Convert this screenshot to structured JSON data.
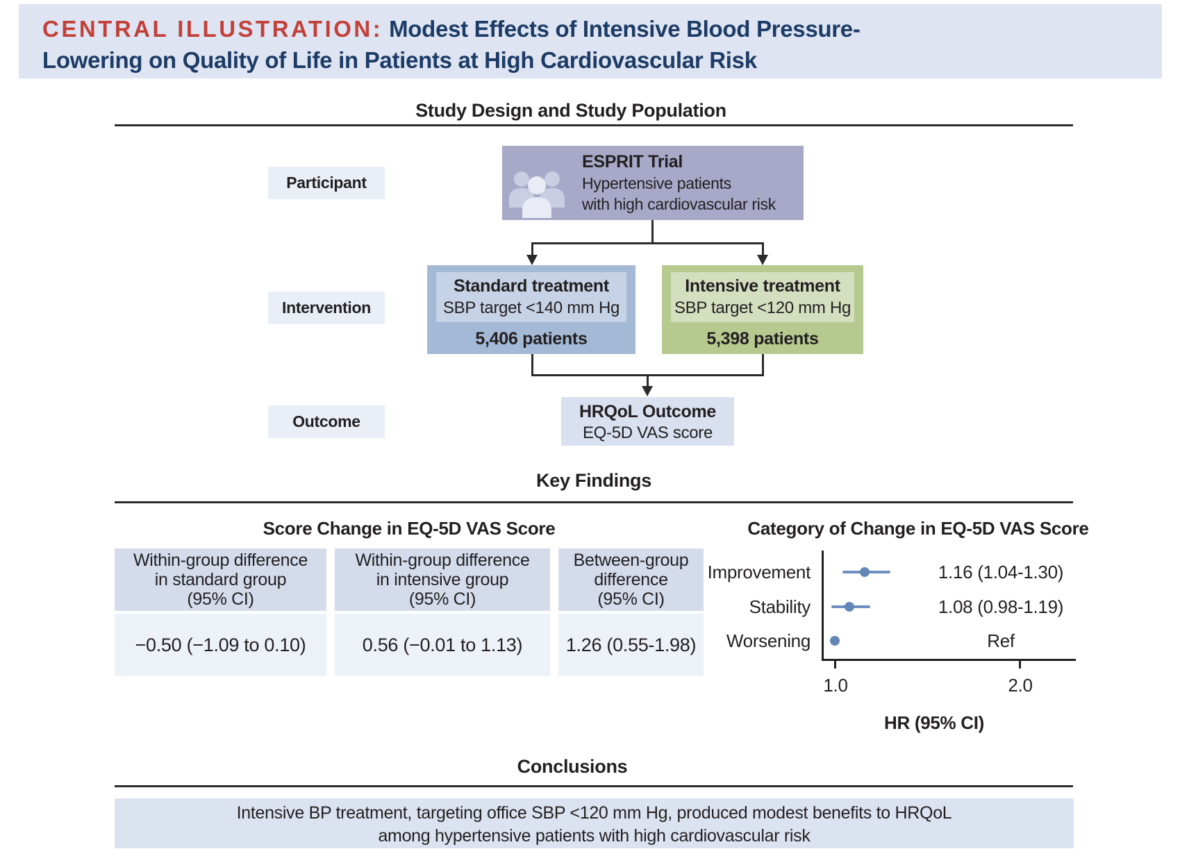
{
  "header": {
    "label": "CENTRAL ILLUSTRATION:",
    "title_line1": " Modest Effects of Intensive Blood Pressure-",
    "title_line2": "Lowering on Quality of Life in Patients at High Cardiovascular Risk"
  },
  "sections": {
    "study_design_title": "Study Design and Study Population",
    "key_findings_title": "Key Findings",
    "conclusions_title": "Conclusions"
  },
  "flow": {
    "row_labels": [
      {
        "label": "Participant"
      },
      {
        "label": "Intervention"
      },
      {
        "label": "Outcome"
      }
    ],
    "esprit": {
      "title": "ESPRIT Trial",
      "line1": "Hypertensive patients",
      "line2": "with high cardiovascular risk",
      "icon": "people-group-icon"
    },
    "standard": {
      "title": "Standard treatment",
      "subtitle": "SBP target <140 mm Hg",
      "patients": "5,406 patients"
    },
    "intensive": {
      "title": "Intensive treatment",
      "subtitle": "SBP target <120 mm Hg",
      "patients": "5,398 patients"
    },
    "outcome_box": {
      "title": "HRQoL Outcome",
      "subtitle": "EQ-5D VAS score"
    }
  },
  "score_table": {
    "title": "Score Change in EQ-5D VAS Score",
    "columns": [
      {
        "header_lines": [
          "Within-group difference",
          "in standard group",
          "(95% CI)"
        ],
        "value": "−0.50 (−1.09 to 0.10)"
      },
      {
        "header_lines": [
          "Within-group difference",
          "in intensive group",
          "(95% CI)"
        ],
        "value": "0.56 (−0.01 to 1.13)"
      },
      {
        "header_lines": [
          "Between-group",
          "difference",
          "(95% CI)"
        ],
        "value": "1.26 (0.55-1.98)"
      }
    ]
  },
  "forest_plot": {
    "title": "Category of Change in EQ-5D VAS Score",
    "xlabel": "HR (95% CI)",
    "tick_labels": [
      "1.0",
      "2.0"
    ],
    "rows": [
      {
        "category": "Improvement",
        "hr": 1.16,
        "ci_low": 1.04,
        "ci_high": 1.3,
        "label": "1.16 (1.04-1.30)"
      },
      {
        "category": "Stability",
        "hr": 1.08,
        "ci_low": 0.98,
        "ci_high": 1.19,
        "label": "1.08 (0.98-1.19)"
      },
      {
        "category": "Worsening",
        "hr": 1.0,
        "ci_low": null,
        "ci_high": null,
        "label": "Ref"
      }
    ]
  },
  "conclusion": {
    "line1": "Intensive BP treatment, targeting office SBP <120 mm Hg, produced modest benefits to HRQoL",
    "line2": "among hypertensive patients with high cardiovascular risk"
  },
  "colors": {
    "header_band_bg": "#dee4f1",
    "header_label_red": "#c3403a",
    "header_title_navy": "#1c3b66",
    "esprit_box": "#a8a8c9",
    "standard_box": "#a3b9d5",
    "standard_inner": "#c6d2e5",
    "intensive_box": "#b6c98f",
    "intensive_inner": "#d4dfbf",
    "row_label_bg": "#e9eef7",
    "outcome_box_bg": "#d9e0ef",
    "table_header_bg": "#d4dcec",
    "table_body_bg": "#edf1f8",
    "conclusion_bg": "#dce3f0",
    "forest_marker_blue": "#6286b5",
    "text": "#231f20"
  },
  "chart_data": [
    {
      "type": "scatter",
      "subtype": "forest",
      "title": "Category of Change in EQ-5D VAS Score",
      "xlabel": "HR (95% CI)",
      "xticks": [
        1.0,
        2.0
      ],
      "xlim": [
        0.93,
        2.25
      ],
      "categories": [
        "Improvement",
        "Stability",
        "Worsening"
      ],
      "series": [
        {
          "name": "Improvement",
          "hr": 1.16,
          "ci": [
            1.04,
            1.3
          ],
          "annotation": "1.16 (1.04-1.30)"
        },
        {
          "name": "Stability",
          "hr": 1.08,
          "ci": [
            0.98,
            1.19
          ],
          "annotation": "1.08 (0.98-1.19)"
        },
        {
          "name": "Worsening",
          "hr": 1.0,
          "ci": null,
          "annotation": "Ref"
        }
      ],
      "legend": "none",
      "grid": false
    },
    {
      "type": "table",
      "title": "Score Change in EQ-5D VAS Score",
      "columns": [
        "Within-group difference in standard group (95% CI)",
        "Within-group difference in intensive group (95% CI)",
        "Between-group difference (95% CI)"
      ],
      "values": [
        "−0.50 (−1.09 to 0.10)",
        "0.56 (−0.01 to 1.13)",
        "1.26 (0.55-1.98)"
      ]
    }
  ]
}
